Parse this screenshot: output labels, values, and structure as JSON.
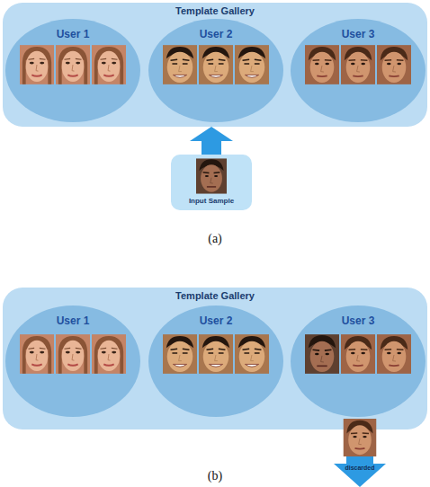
{
  "diagram": {
    "nodes": [
      {
        "text": [
          "Template Gallery"
        ]
      },
      {
        "text": [
          "User 1"
        ],
        "in": 0
      },
      {
        "text": [
          "User 2"
        ],
        "in": 0
      },
      {
        "text": [
          "User 3"
        ],
        "in": 0
      },
      {
        "text": [
          "Input Sample"
        ]
      },
      {
        "text": [
          "Template Gallery"
        ]
      },
      {
        "text": [
          "User 1"
        ],
        "in": 5
      },
      {
        "text": [
          "User 2"
        ],
        "in": 5
      },
      {
        "text": [
          "User 3"
        ],
        "in": 5
      },
      {
        "text": [
          "discarded"
        ]
      }
    ],
    "edges": [
      {
        "from": 4,
        "to": 0,
        "arrow": "to"
      }
    ],
    "labels": [
      "(a)",
      "(b)"
    ]
  }
}
